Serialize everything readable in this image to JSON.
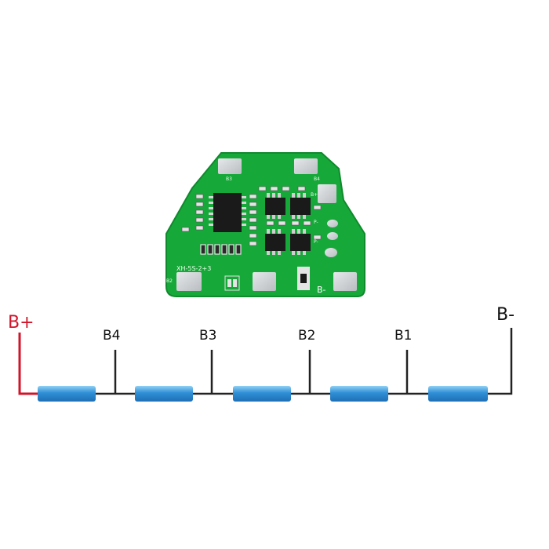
{
  "board": {
    "silkscreen_model": "XH-5S-2+3",
    "pad_top_left": "B3",
    "pad_top_right": "B4",
    "pad_bottom_left": "B2",
    "pad_bottom_right_label": "B-",
    "side_label_top": "B+",
    "side_label_mid": "P-",
    "side_label_low": "P-"
  },
  "wiring": {
    "positive_label": "B+",
    "negative_label": "B-",
    "taps": [
      "B4",
      "B3",
      "B2",
      "B1"
    ],
    "cell_count": 5
  },
  "colors": {
    "pcb_green": "#17a83a",
    "pad_tin": "#cfd3d6",
    "cell_blue": "#2f8fd6",
    "positive_red": "#d0142a",
    "wire_black": "#222222"
  }
}
